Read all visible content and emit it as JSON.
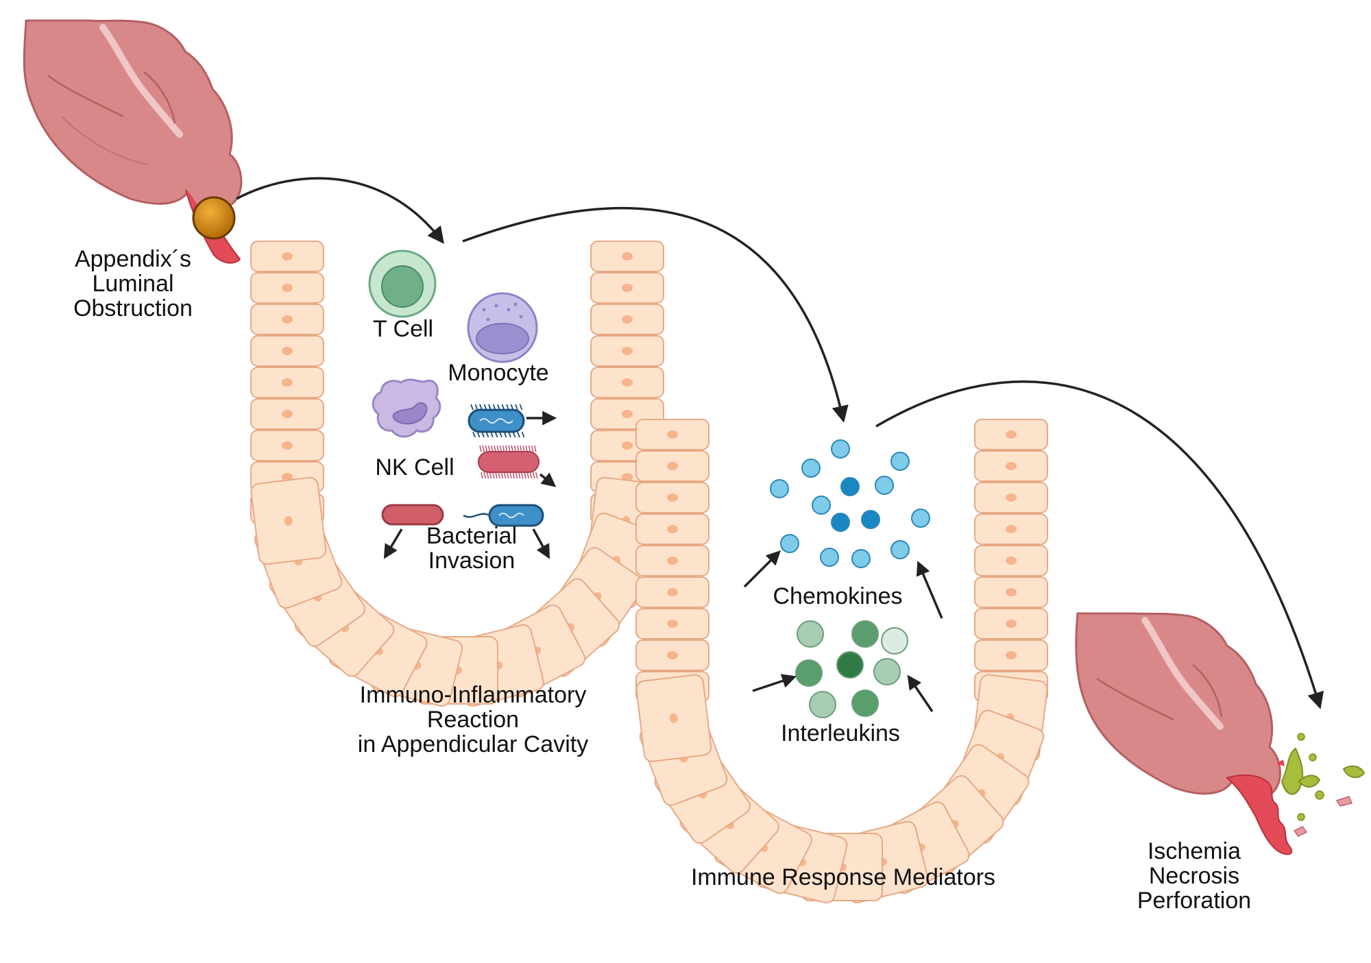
{
  "stages": {
    "obstruction": {
      "lines": [
        "Appendix´s",
        "Luminal",
        "Obstruction"
      ]
    },
    "immuno": {
      "lines": [
        "Immuno-Inflammatory",
        "Reaction",
        "in Appendicular Cavity"
      ]
    },
    "mediators": {
      "title": "Immune Response Mediators"
    },
    "outcome": {
      "lines": [
        "Ischemia",
        "Necrosis",
        "Perforation"
      ]
    }
  },
  "cells": {
    "t_cell": "T Cell",
    "monocyte": "Monocyte",
    "nk_cell": "NK Cell",
    "bacterial": [
      "Bacterial",
      "Invasion"
    ]
  },
  "mediators": {
    "chemokines": "Chemokines",
    "interleukins": "Interleukins"
  },
  "colors": {
    "appendix": "#d88888",
    "appendix_dark": "#b45f62",
    "epithelium": "#fde3cc",
    "epithelium_border": "#e7a985",
    "nucleus": "#f7b48c",
    "fecalith": "#d98b0b",
    "t_cell": "#9ed1ac",
    "monocyte": "#c7bfe8",
    "bacteria_blue": "#3f8fc8",
    "bacteria_red": "#d46071",
    "chemokine": "#5ab8e0",
    "interleukin": "#5a9e6e",
    "pus": "#a7bd3c",
    "blood": "#e04452"
  }
}
